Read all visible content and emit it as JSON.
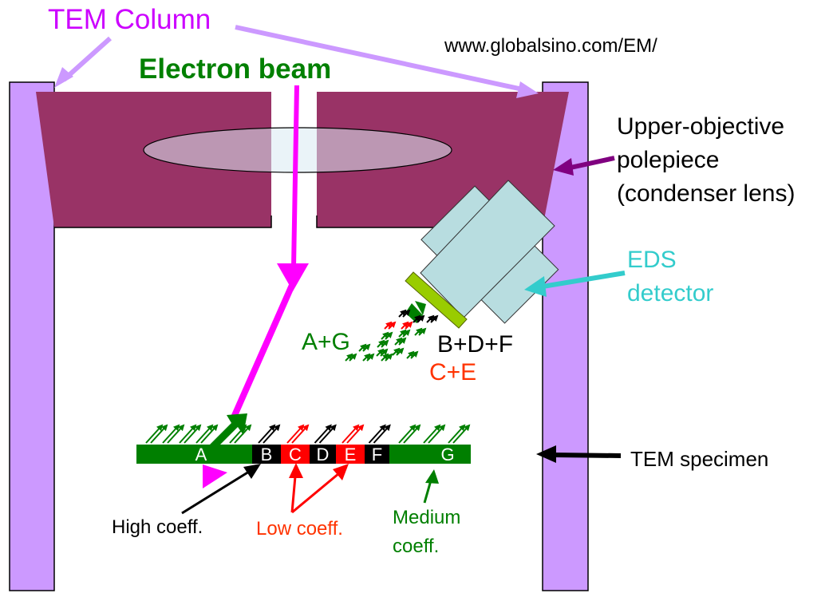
{
  "title": "TEM Column",
  "url": "www.globalsino.com/EM/",
  "labels": {
    "beam": "Electron beam",
    "polepiece": [
      "Upper-objective",
      "polepiece",
      "(condenser lens)"
    ],
    "eds": [
      "EDS",
      "detector"
    ],
    "specimen": "TEM specimen",
    "group_ag": "A+G",
    "group_bdf": "B+D+F",
    "group_ce": "C+E",
    "high": "High coeff.",
    "low": "Low coeff.",
    "medium": [
      "Medium",
      "coeff."
    ]
  },
  "specimen_segments": [
    {
      "label": "A",
      "type": "medium"
    },
    {
      "label": "B",
      "type": "high"
    },
    {
      "label": "C",
      "type": "low"
    },
    {
      "label": "D",
      "type": "high"
    },
    {
      "label": "E",
      "type": "low"
    },
    {
      "label": "F",
      "type": "high"
    },
    {
      "label": "G",
      "type": "medium"
    }
  ],
  "colors": {
    "column": "#cc99ff",
    "polepiece": "#993366",
    "lens": "#a3688a",
    "beam": "#ff00ff",
    "detector": "#b8dde0",
    "detector_window": "#99cc00",
    "medium": "#007f00",
    "high": "#000000",
    "low": "#ff0000",
    "eds_text": "#33cccc",
    "low_text": "#ff3300",
    "title_text": "#cc00ff",
    "polepiece_arrow": "#800080"
  }
}
